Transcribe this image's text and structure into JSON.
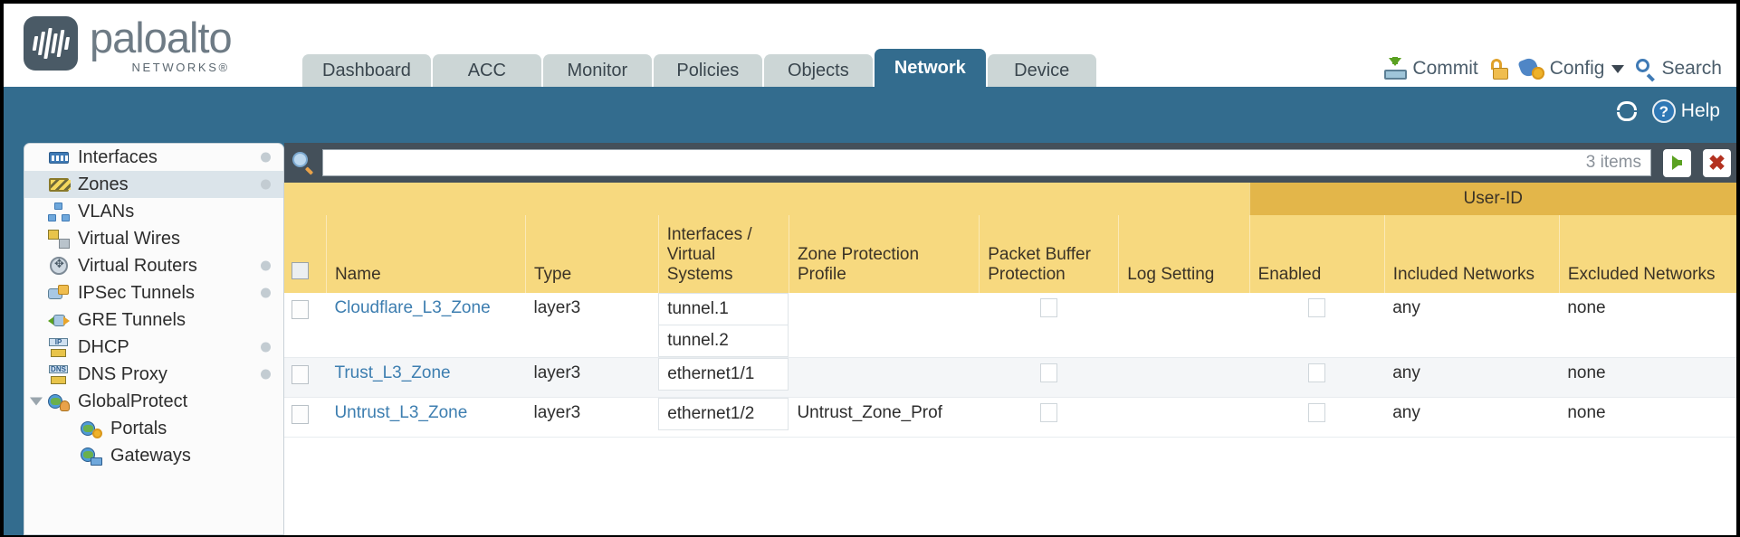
{
  "brand": {
    "name": "paloalto",
    "sub": "NETWORKS®"
  },
  "nav": {
    "tabs": [
      {
        "label": "Dashboard",
        "active": false
      },
      {
        "label": "ACC",
        "active": false
      },
      {
        "label": "Monitor",
        "active": false
      },
      {
        "label": "Policies",
        "active": false
      },
      {
        "label": "Objects",
        "active": false
      },
      {
        "label": "Network",
        "active": true
      },
      {
        "label": "Device",
        "active": false
      }
    ]
  },
  "header_actions": {
    "commit": "Commit",
    "config": "Config",
    "search": "Search",
    "lock_icon": "unlocked-padlock-icon"
  },
  "band": {
    "help": "Help",
    "refresh_icon": "refresh-icon"
  },
  "sidebar": {
    "items": [
      {
        "label": "Interfaces",
        "icon": "interfaces-icon",
        "selected": false,
        "dot": true,
        "child": false,
        "expander": false
      },
      {
        "label": "Zones",
        "icon": "zones-icon",
        "selected": true,
        "dot": true,
        "child": false,
        "expander": false
      },
      {
        "label": "VLANs",
        "icon": "vlans-icon",
        "selected": false,
        "dot": false,
        "child": false,
        "expander": false
      },
      {
        "label": "Virtual Wires",
        "icon": "virtual-wires-icon",
        "selected": false,
        "dot": false,
        "child": false,
        "expander": false
      },
      {
        "label": "Virtual Routers",
        "icon": "virtual-routers-icon",
        "selected": false,
        "dot": true,
        "child": false,
        "expander": false
      },
      {
        "label": "IPSec Tunnels",
        "icon": "ipsec-tunnels-icon",
        "selected": false,
        "dot": true,
        "child": false,
        "expander": false
      },
      {
        "label": "GRE Tunnels",
        "icon": "gre-tunnels-icon",
        "selected": false,
        "dot": false,
        "child": false,
        "expander": false
      },
      {
        "label": "DHCP",
        "icon": "dhcp-icon",
        "selected": false,
        "dot": true,
        "child": false,
        "expander": false
      },
      {
        "label": "DNS Proxy",
        "icon": "dns-proxy-icon",
        "selected": false,
        "dot": true,
        "child": false,
        "expander": false
      },
      {
        "label": "GlobalProtect",
        "icon": "globalprotect-icon",
        "selected": false,
        "dot": false,
        "child": false,
        "expander": true
      },
      {
        "label": "Portals",
        "icon": "portals-icon",
        "selected": false,
        "dot": false,
        "child": true,
        "expander": false
      },
      {
        "label": "Gateways",
        "icon": "gateways-icon",
        "selected": false,
        "dot": false,
        "child": true,
        "expander": false
      }
    ]
  },
  "search": {
    "value": "",
    "placeholder": "",
    "item_count": "3 items"
  },
  "table": {
    "group_header": {
      "label": "User-ID",
      "span_start": 6,
      "span_len": 3
    },
    "columns": [
      "Name",
      "Type",
      "Interfaces / Virtual Systems",
      "Zone Protection Profile",
      "Packet Buffer Protection",
      "Log Setting",
      "Enabled",
      "Included Networks",
      "Excluded Networks"
    ],
    "rows": [
      {
        "name": "Cloudflare_L3_Zone",
        "type": "layer3",
        "interfaces": [
          "tunnel.1",
          "tunnel.2"
        ],
        "zone_protection_profile": "",
        "packet_buffer_protection": false,
        "log_setting": "",
        "userid_enabled": false,
        "included_networks": "any",
        "excluded_networks": "none"
      },
      {
        "name": "Trust_L3_Zone",
        "type": "layer3",
        "interfaces": [
          "ethernet1/1"
        ],
        "zone_protection_profile": "",
        "packet_buffer_protection": false,
        "log_setting": "",
        "userid_enabled": false,
        "included_networks": "any",
        "excluded_networks": "none"
      },
      {
        "name": "Untrust_L3_Zone",
        "type": "layer3",
        "interfaces": [
          "ethernet1/2"
        ],
        "zone_protection_profile": "Untrust_Zone_Prof",
        "packet_buffer_protection": false,
        "log_setting": "",
        "userid_enabled": false,
        "included_networks": "any",
        "excluded_networks": "none"
      }
    ]
  },
  "colors": {
    "brand_blue": "#336c8e",
    "header_amber": "#f7d97f",
    "group_amber": "#e3b64a",
    "link_blue": "#3d7eb0",
    "toolbar_slate": "#44505a"
  }
}
